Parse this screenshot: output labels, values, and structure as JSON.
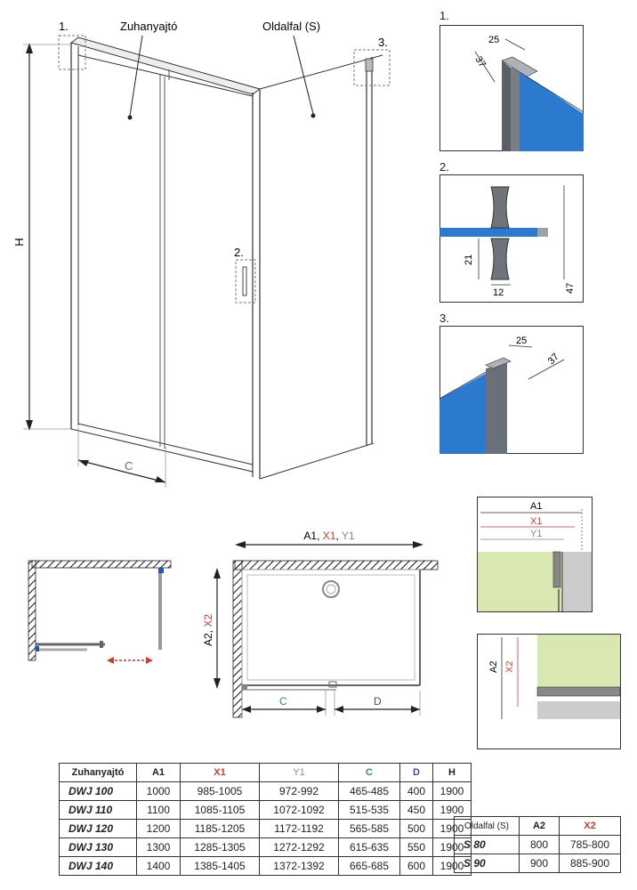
{
  "labels": {
    "door": "Zuhanyajtó",
    "side": "Oldalfal (S)",
    "call1": "1.",
    "call2": "2.",
    "call3": "3.",
    "h": "H",
    "c": "C",
    "d": "D",
    "a1x1y1_a1": "A1",
    "a1x1y1_x1": "X1",
    "a1x1y1_y1": "Y1",
    "sep": ", ",
    "a2x2_a2": "A2",
    "a2x2_x2": "X2"
  },
  "details": {
    "d1": {
      "title": "1.",
      "dim_a": "25",
      "dim_b": "37"
    },
    "d2": {
      "title": "2.",
      "dim_a": "21",
      "dim_b": "12",
      "dim_c": "47"
    },
    "d3": {
      "title": "3.",
      "dim_a": "25",
      "dim_b": "37"
    }
  },
  "mini_a": {
    "a1": "A1",
    "x1": "X1",
    "y1": "Y1"
  },
  "mini_b": {
    "a2": "A2",
    "x2": "X2"
  },
  "colors": {
    "glass": "#3b6fd8",
    "wall_fill": "#d8e8b0",
    "red": "#d23a2c",
    "green": "#2e9a3b",
    "purple": "#5b3c9c"
  },
  "door_table": {
    "headers": [
      "Zuhanyajtó",
      "A1",
      "X1",
      "Y1",
      "C",
      "D",
      "H"
    ],
    "rows": [
      [
        "DWJ 100",
        "1000",
        "985-1005",
        "972-992",
        "465-485",
        "400",
        "1900"
      ],
      [
        "DWJ 110",
        "1100",
        "1085-1105",
        "1072-1092",
        "515-535",
        "450",
        "1900"
      ],
      [
        "DWJ 120",
        "1200",
        "1185-1205",
        "1172-1192",
        "565-585",
        "500",
        "1900"
      ],
      [
        "DWJ 130",
        "1300",
        "1285-1305",
        "1272-1292",
        "615-635",
        "550",
        "1900"
      ],
      [
        "DWJ 140",
        "1400",
        "1385-1405",
        "1372-1392",
        "665-685",
        "600",
        "1900"
      ]
    ]
  },
  "side_table": {
    "headers": [
      "Oldalfal (S)",
      "A2",
      "X2"
    ],
    "rows": [
      [
        "S 80",
        "800",
        "785-800"
      ],
      [
        "S 90",
        "900",
        "885-900"
      ]
    ]
  }
}
